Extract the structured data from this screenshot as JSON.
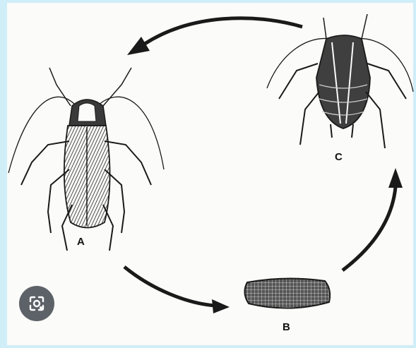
{
  "diagram": {
    "stages": [
      {
        "id": "A",
        "label": "A",
        "depicts": "adult-cockroach"
      },
      {
        "id": "B",
        "label": "B",
        "depicts": "egg-case"
      },
      {
        "id": "C",
        "label": "C",
        "depicts": "nymph"
      }
    ],
    "arrows": [
      {
        "from": "A",
        "to": "B"
      },
      {
        "from": "B",
        "to": "C"
      },
      {
        "from": "C",
        "to": "A"
      }
    ]
  },
  "overlay": {
    "icon": "google-lens-icon"
  },
  "colors": {
    "background": "#cfeef7",
    "paper": "#fbfbf9",
    "ink": "#1a1a1a",
    "button": "#5d6268"
  }
}
